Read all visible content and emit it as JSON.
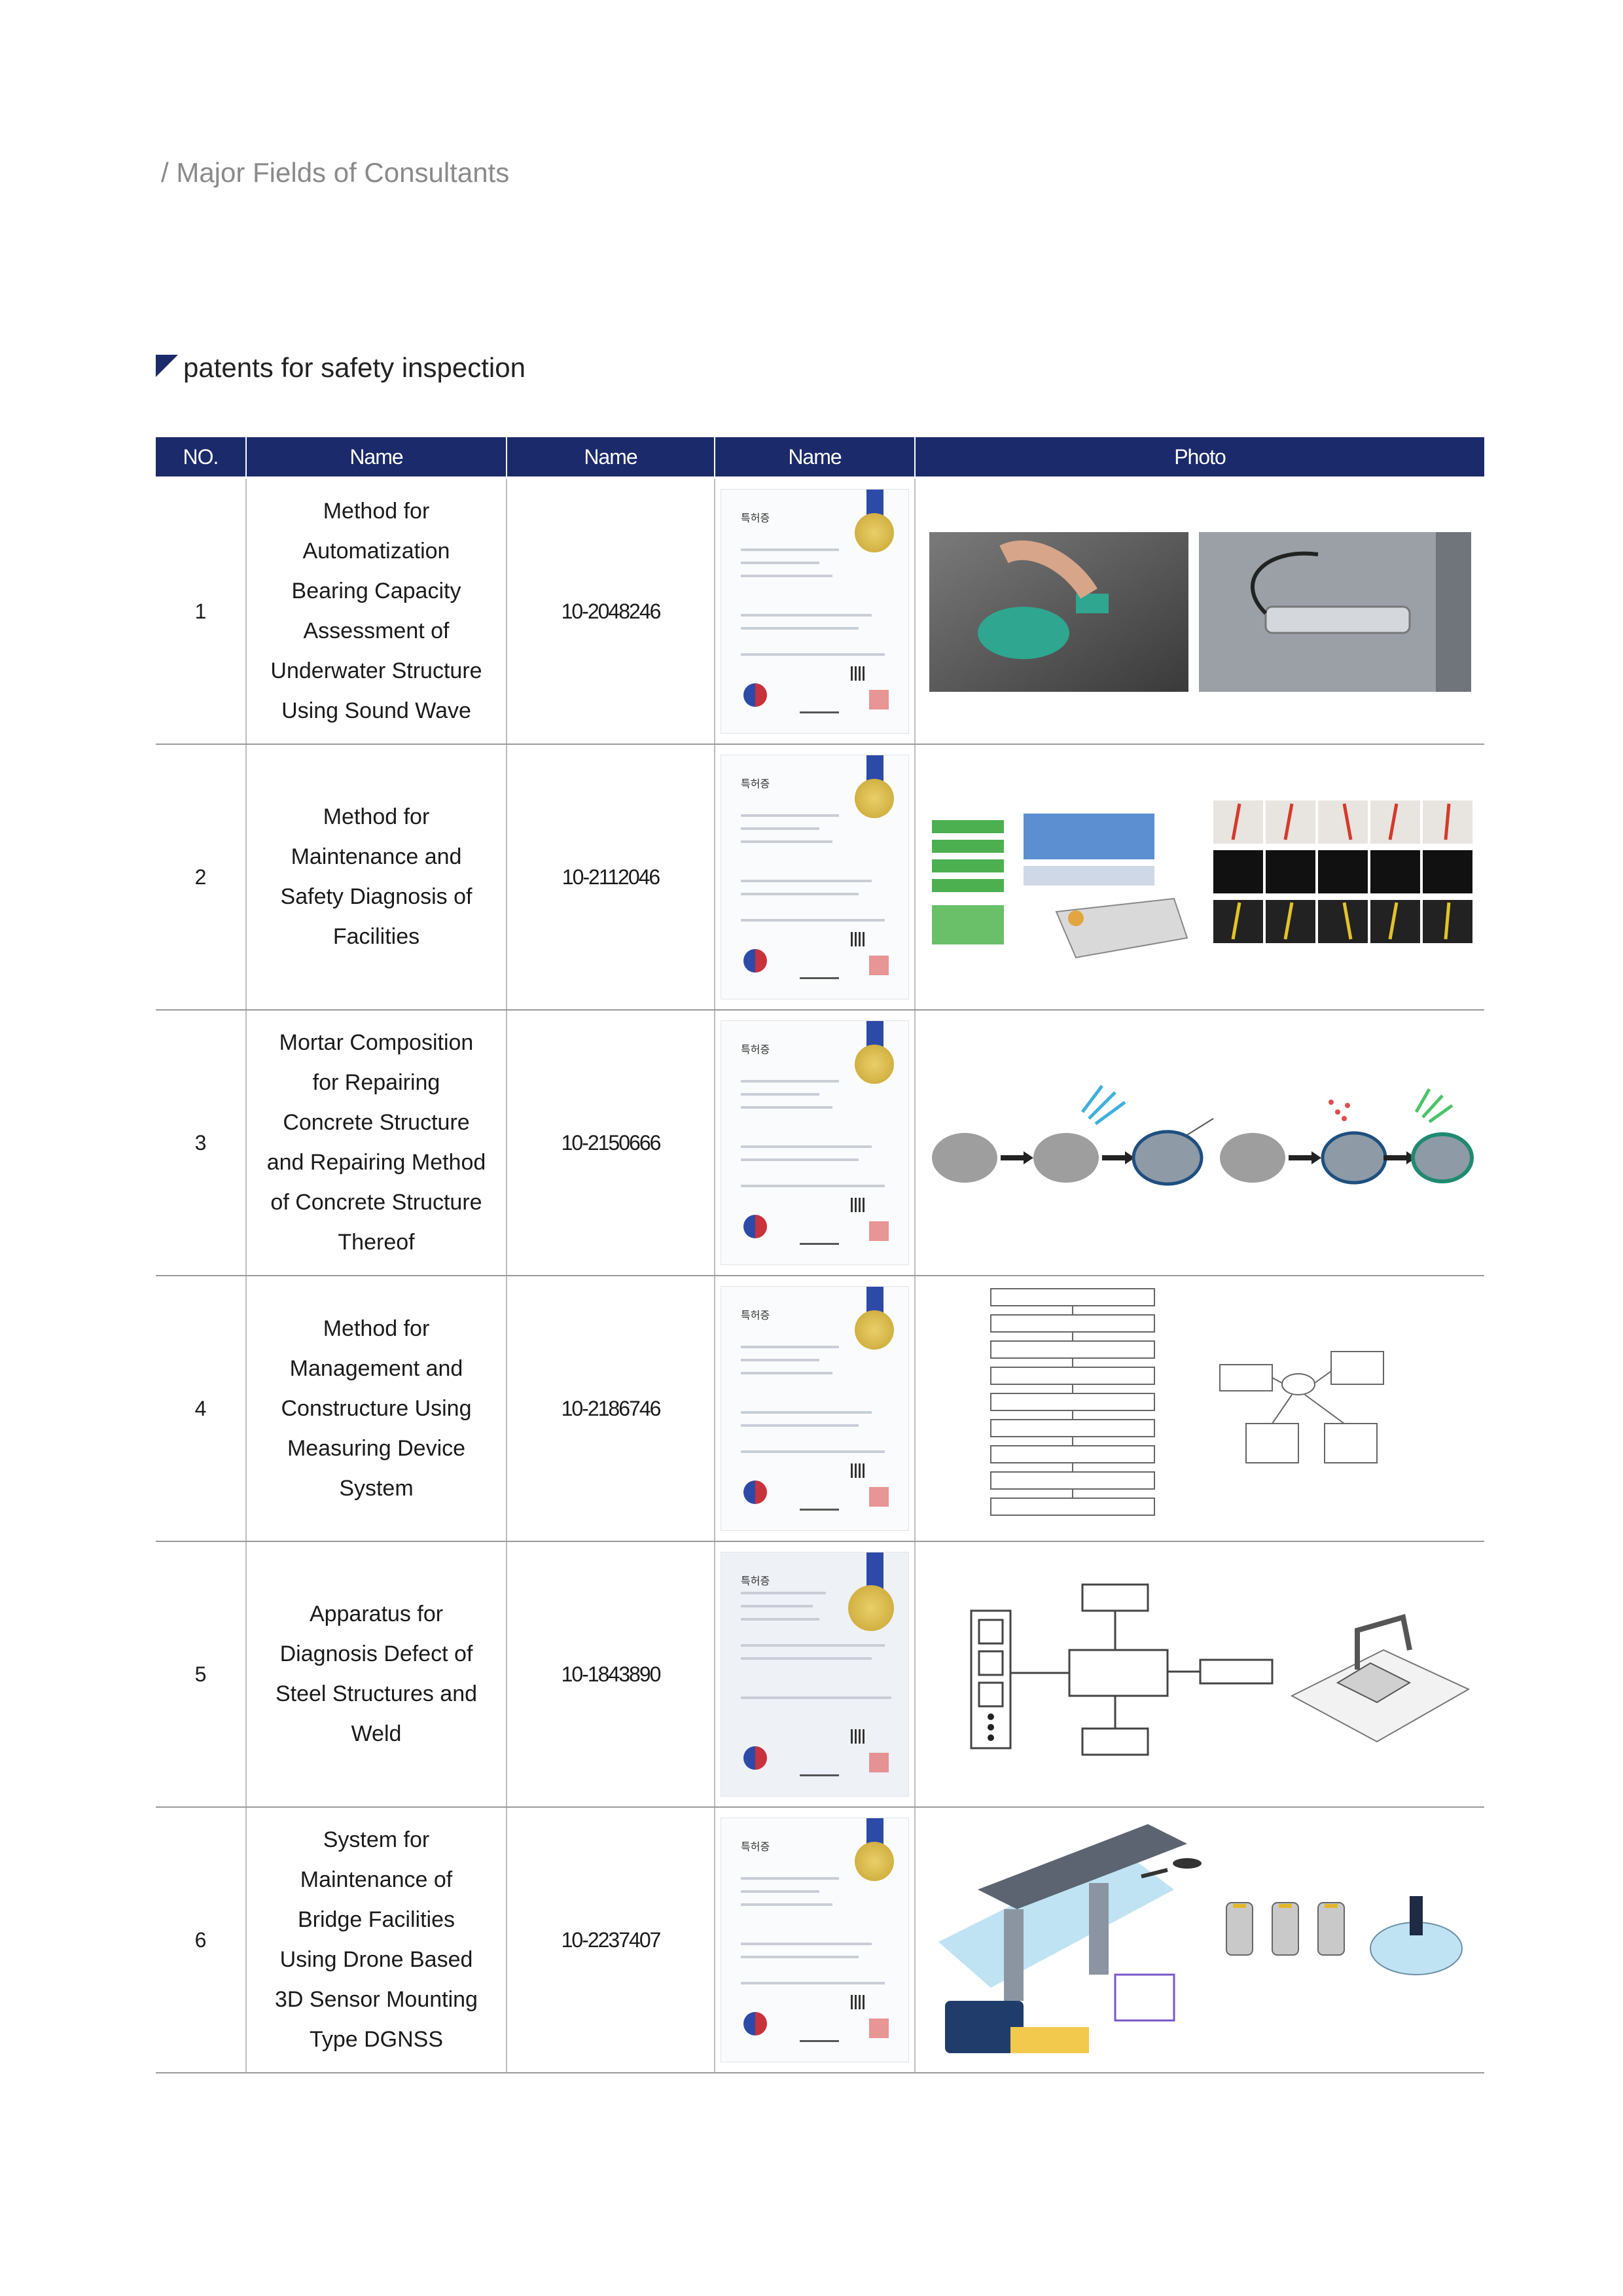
{
  "header": {
    "text": "/ Major Fields of Consultants"
  },
  "section": {
    "title": "patents for safety inspection"
  },
  "table": {
    "columns": [
      "NO.",
      "Name",
      "Name",
      "Name",
      "Photo"
    ],
    "rows": [
      {
        "no": "1",
        "name": "Method for Automatization Bearing Capacity Assessment of Underwater Structure Using Sound Wave",
        "number": "10-2048246"
      },
      {
        "no": "2",
        "name": "Method for Maintenance and Safety Diagnosis of Facilities",
        "number": "10-2112046"
      },
      {
        "no": "3",
        "name": "Mortar Composition for Repairing Concrete Structure and Repairing Method of Concrete Structure Thereof",
        "number": "10-2150666"
      },
      {
        "no": "4",
        "name": "Method for Management and Constructure Using Measuring Device System",
        "number": "10-2186746"
      },
      {
        "no": "5",
        "name": "Apparatus for Diagnosis Defect of Steel Structures and Weld",
        "number": "10-1843890"
      },
      {
        "no": "6",
        "name": "System for Maintenance of Bridge Facilities Using Drone Based 3D Sensor Mounting Type DGNSS",
        "number": "10-2237407"
      }
    ]
  },
  "cert": {
    "title": "특허증"
  },
  "colors": {
    "header_bg": "#1b2a6b",
    "accent": "#1b2a6b"
  }
}
